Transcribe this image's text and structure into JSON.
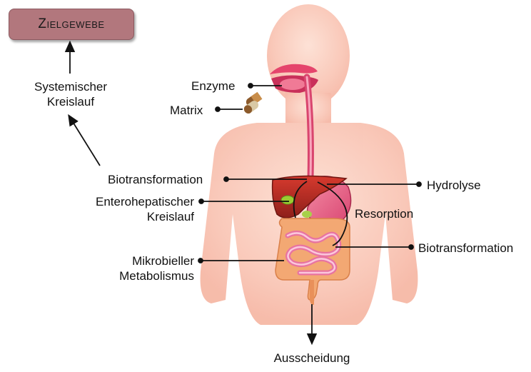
{
  "target": {
    "label": "Zielgewebe"
  },
  "labels": {
    "systemic_line1": "Systemischer",
    "systemic_line2": "Kreislauf",
    "enzyme": "Enzyme",
    "matrix": "Matrix",
    "biotransformation_liver": "Biotransformation",
    "enterohepatic_line1": "Enterohepatischer",
    "enterohepatic_line2": "Kreislauf",
    "hydrolyse": "Hydrolyse",
    "resorption": "Resorption",
    "biotransformation_gut": "Biotransformation",
    "microbial_line1": "Mikrobieller",
    "microbial_line2": "Metabolismus",
    "excretion": "Ausscheidung"
  },
  "icons": {
    "capsule": "capsule-icon",
    "body": "human-body-silhouette",
    "liver": "liver-organ",
    "stomach": "stomach-organ",
    "intestine": "intestine-organ"
  },
  "colors": {
    "target_box": "#b2777d",
    "body_skin": "#f9c3b3",
    "organ_red": "#c0302b",
    "organ_pink": "#e96b8f",
    "intestine_orange": "#f1a270",
    "intestine_pink": "#f4a3c6"
  }
}
